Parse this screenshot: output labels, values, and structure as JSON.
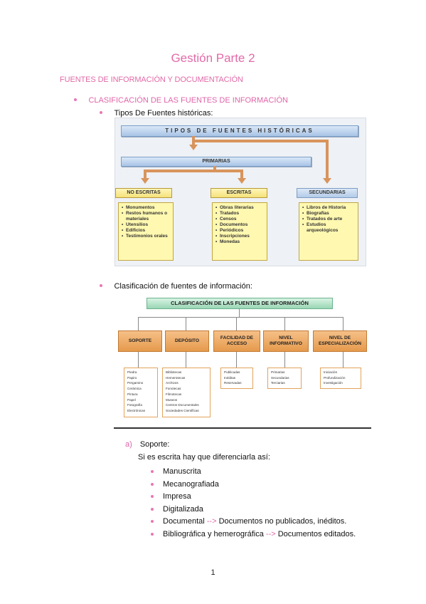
{
  "header": {
    "title": "Gestión Parte 2",
    "section_heading": "FUENTES DE INFORMACIÓN Y DOCUMENTACIÓN",
    "subsection_heading": "CLASIFICACIÓN DE LAS FUENTES DE INFORMACIÓN"
  },
  "bullets": {
    "tipos": "Tipos De Fuentes históricas:",
    "clasificacion": "Clasificación de fuentes de información:"
  },
  "figure1": {
    "title": "TIPOS DE FUENTES HISTÓRICAS",
    "primarias": "PRIMARIAS",
    "no_escritas": "NO ESCRITAS",
    "escritas": "ESCRITAS",
    "secundarias": "SECUNDARIAS",
    "no_escritas_items": [
      "Monumentos",
      "Restos humanos o materiales",
      "Utensilios",
      "Edificios",
      "Testimonios orales"
    ],
    "escritas_items": [
      "Obras literarias",
      "Tratados",
      "Censos",
      "Documentos",
      "Periódicos",
      "Inscripciones",
      "Monedas"
    ],
    "secundarias_items": [
      "Libros de Historia",
      "Biografías",
      "Tratados de arte",
      "Estudios arqueológicos"
    ]
  },
  "figure2": {
    "title": "CLASIFICACIÓN DE LAS FUENTES DE INFORMACIÓN",
    "categories": [
      "SOPORTE",
      "DEPÓSITO",
      "FACILIDAD DE ACCESO",
      "NIVEL INFORMATIVO",
      "NIVEL DE ESPECIALIZACIÓN"
    ],
    "soporte": [
      "Piedra",
      "Papiro",
      "Pergamino",
      "Cerámica",
      "Pintura",
      "Papel",
      "Fotografía",
      "Electrónicas"
    ],
    "deposito": [
      "Bibliotecas",
      "Hemerotecas",
      "Archivos",
      "Fonotecas",
      "Filmotecas",
      "Museos",
      "Centros Documentales",
      "Sociedades Científicas"
    ],
    "acceso": [
      "Publicadas",
      "Inéditas",
      "Reservadas"
    ],
    "informativo": [
      "Primarias",
      "Secundarias",
      "Terciarias"
    ],
    "especializacion": [
      "Iniciación",
      "Profundización",
      "Investigación"
    ]
  },
  "soporte_section": {
    "marker": "a)",
    "heading": "Soporte:",
    "intro": "Si es escrita hay que diferenciarla así:",
    "items": [
      {
        "text": "Manuscrita"
      },
      {
        "text": "Mecanografiada"
      },
      {
        "text": "Impresa"
      },
      {
        "text": "Digitalizada"
      },
      {
        "text": "Documental",
        "arrow": "-->",
        "detail": "Documentos no publicados, inéditos."
      },
      {
        "text": "Bibliográfica y hemerográfica",
        "arrow": "-->",
        "detail": "Documentos editados."
      }
    ]
  },
  "footer": {
    "page_number": "1"
  }
}
